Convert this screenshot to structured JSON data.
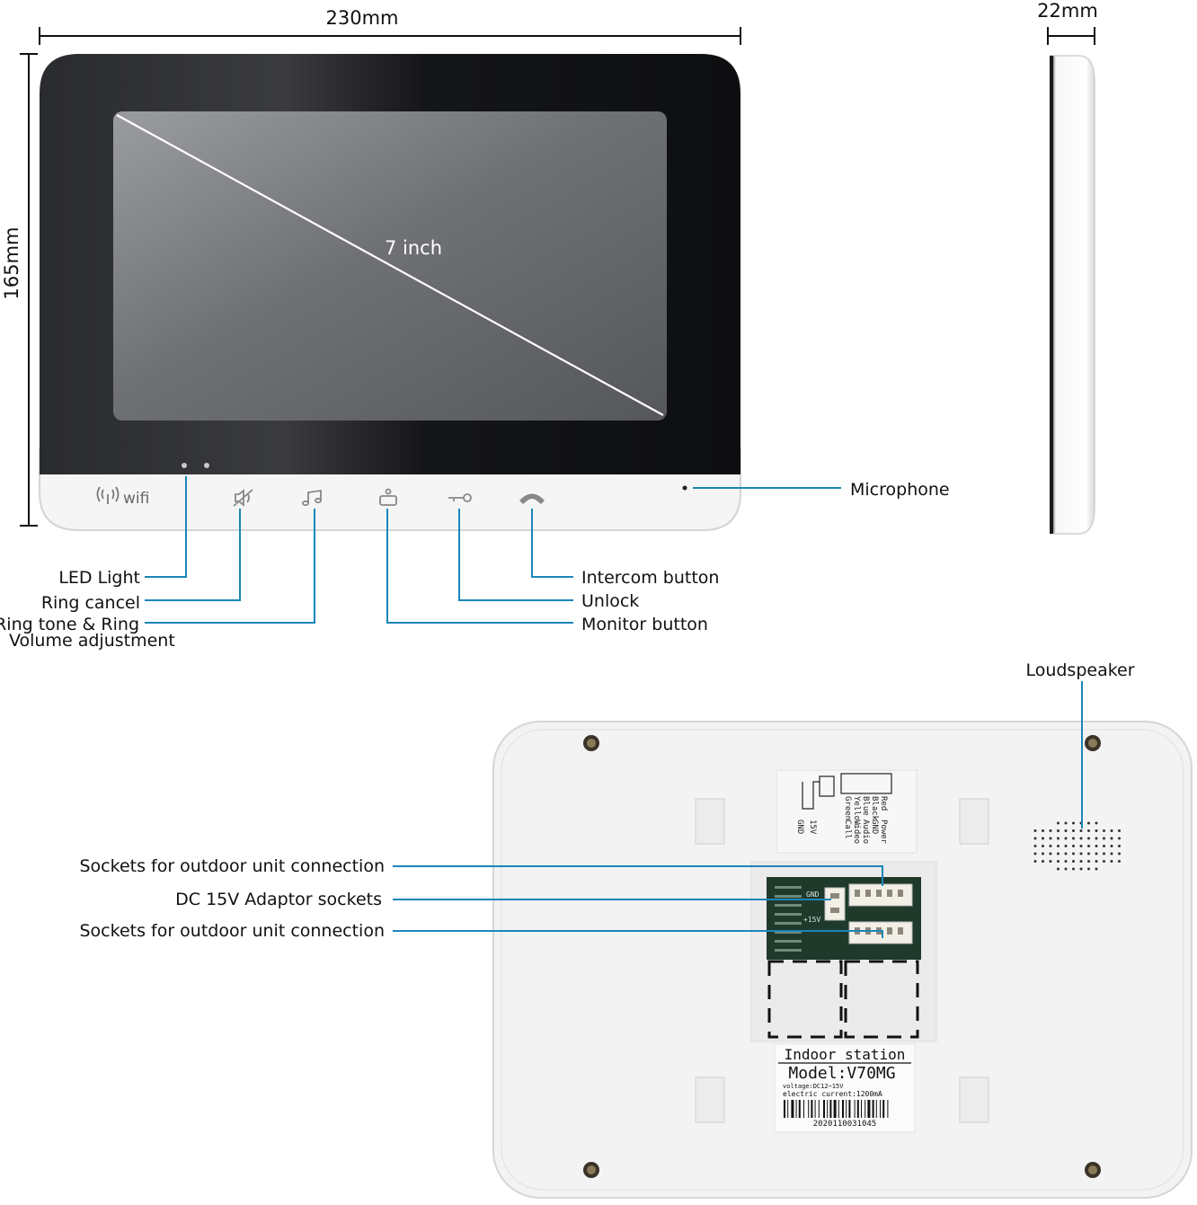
{
  "dimensions": {
    "width": "230mm",
    "height": "165mm",
    "depth": "22mm"
  },
  "screen": {
    "size_label": "7 inch"
  },
  "front_panel": {
    "wifi_label": "wifi"
  },
  "callouts": {
    "led_light": "LED Light",
    "ring_cancel": "Ring cancel",
    "ring_tone_line1": "Ring tone & Ring",
    "ring_tone_line2": "Volume adjustment",
    "intercom_button": "Intercom button",
    "unlock": "Unlock",
    "monitor_button": "Monitor button",
    "microphone": "Microphone",
    "loudspeaker": "Loudspeaker",
    "sockets_outdoor_1": "Sockets for outdoor unit connection",
    "dc_adaptor": "DC 15V Adaptor sockets",
    "sockets_outdoor_2": "Sockets for outdoor unit connection"
  },
  "back_panel": {
    "wiring_legend": [
      "GND",
      "15V",
      "Red",
      "Power",
      "Black",
      "GND",
      "Blue",
      "Audio",
      "Yellow",
      "Video",
      "Green",
      "Call"
    ],
    "pcb_labels": [
      "GND",
      "+15V"
    ],
    "sticker": {
      "title": "Indoor  station",
      "model": "Model:V70MG",
      "voltage": "voltage:DC12~15V",
      "current": "electric current:1200mA",
      "serial": "2020110031045"
    }
  },
  "colors": {
    "leader": "#1b86b8",
    "bezel": "#141416",
    "housing": "#f4f4f4"
  }
}
